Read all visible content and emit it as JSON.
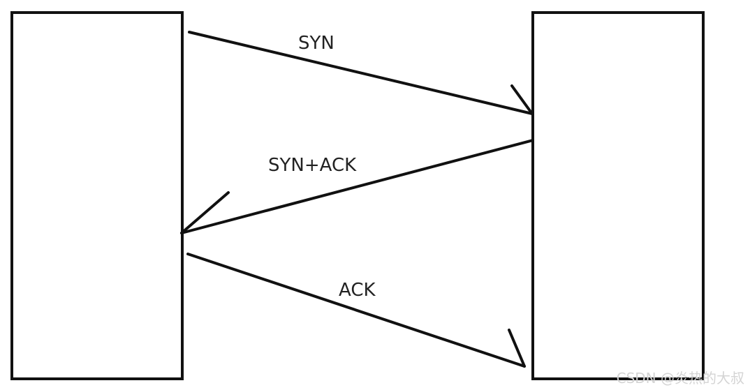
{
  "messages": [
    {
      "id": "syn",
      "label": "SYN",
      "direction": "left-to-right"
    },
    {
      "id": "syn-ack",
      "label": "SYN+ACK",
      "direction": "right-to-left"
    },
    {
      "id": "ack",
      "label": "ACK",
      "direction": "left-to-right"
    }
  ],
  "watermark": "CSDN @炎热的大叔",
  "colors": {
    "stroke": "#111111",
    "text": "#222222",
    "watermark": "#d4d4d4",
    "background": "#ffffff"
  }
}
